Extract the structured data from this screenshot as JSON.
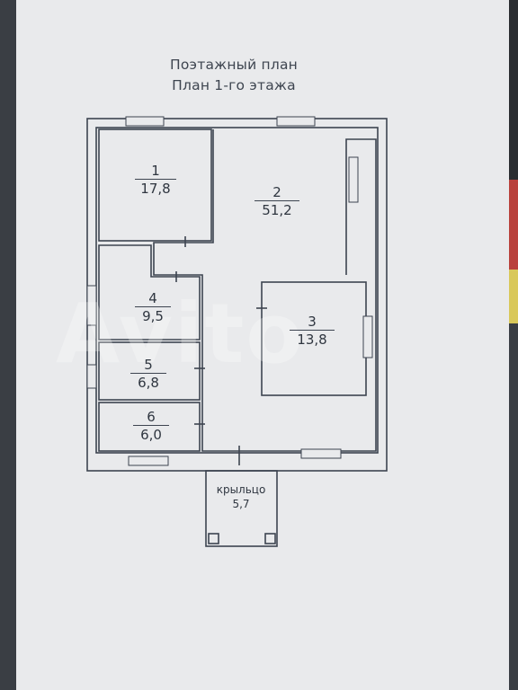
{
  "document": {
    "title_line1": "Поэтажный план",
    "title_line2": "План 1-го этажа"
  },
  "rooms": [
    {
      "number": "1",
      "area": "17,8"
    },
    {
      "number": "2",
      "area": "51,2"
    },
    {
      "number": "3",
      "area": "13,8"
    },
    {
      "number": "4",
      "area": "9,5"
    },
    {
      "number": "5",
      "area": "6,8"
    },
    {
      "number": "6",
      "area": "6,0"
    }
  ],
  "porch": {
    "label": "крыльцо",
    "area": "5,7"
  },
  "watermark": "Avito",
  "colors": {
    "paper": "#e9eaec",
    "line": "#3d4450",
    "background": "#3a3e44"
  }
}
